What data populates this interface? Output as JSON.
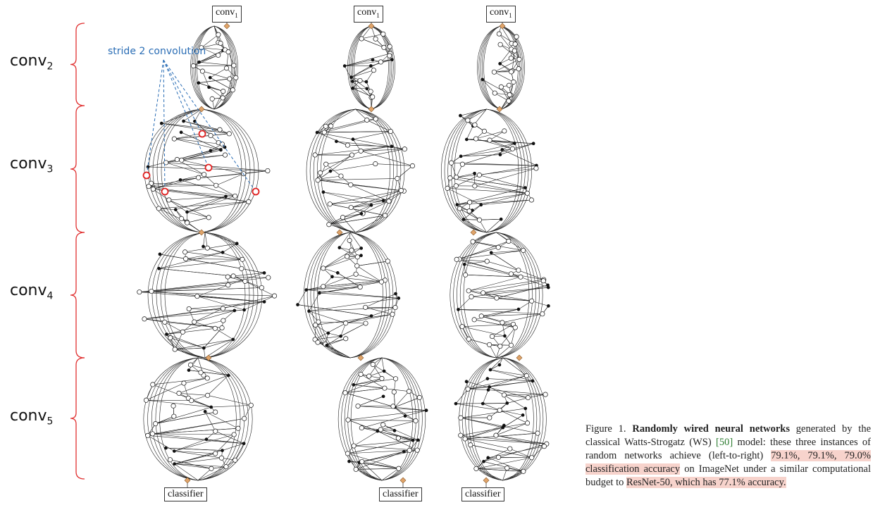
{
  "stages": [
    {
      "base": "conv",
      "sub": "2"
    },
    {
      "base": "conv",
      "sub": "3"
    },
    {
      "base": "conv",
      "sub": "4"
    },
    {
      "base": "conv",
      "sub": "5"
    }
  ],
  "input_label": {
    "base": "conv",
    "sub": "1"
  },
  "output_label": "classifier",
  "annotation": "stride 2 convolution",
  "caption": {
    "prefix": "Figure 1.",
    "bold": "Randomly wired neural networks",
    "text1": " generated by the classical Watts-Strogatz (WS) ",
    "ref": "[50]",
    "text2": " model: these three instances of random networks achieve (left-to-right) ",
    "highlight1": "79.1%, 79.1%, 79.0% classification accuracy",
    "text3": " on ImageNet under a similar computational budget to ",
    "highlight2": "ResNet-50, which has 77.1% accuracy."
  },
  "colors": {
    "edge": "#222222",
    "aggregator": "#e0a46a",
    "bracket": "#e03030",
    "annotation": "#2a6db5",
    "highlight": "#f7d3cc",
    "stride_marker": "#e02020"
  }
}
